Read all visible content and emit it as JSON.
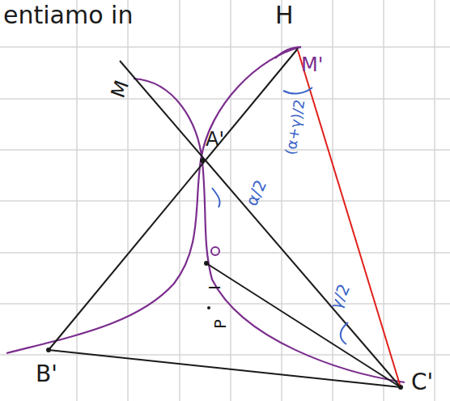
{
  "diagram": {
    "labels": [
      "entiamo in",
      "H",
      "M",
      "A'",
      "M'",
      "(α+γ)/2",
      "α/2",
      "I",
      "P",
      "γ/2",
      "B'",
      "C'"
    ]
  }
}
